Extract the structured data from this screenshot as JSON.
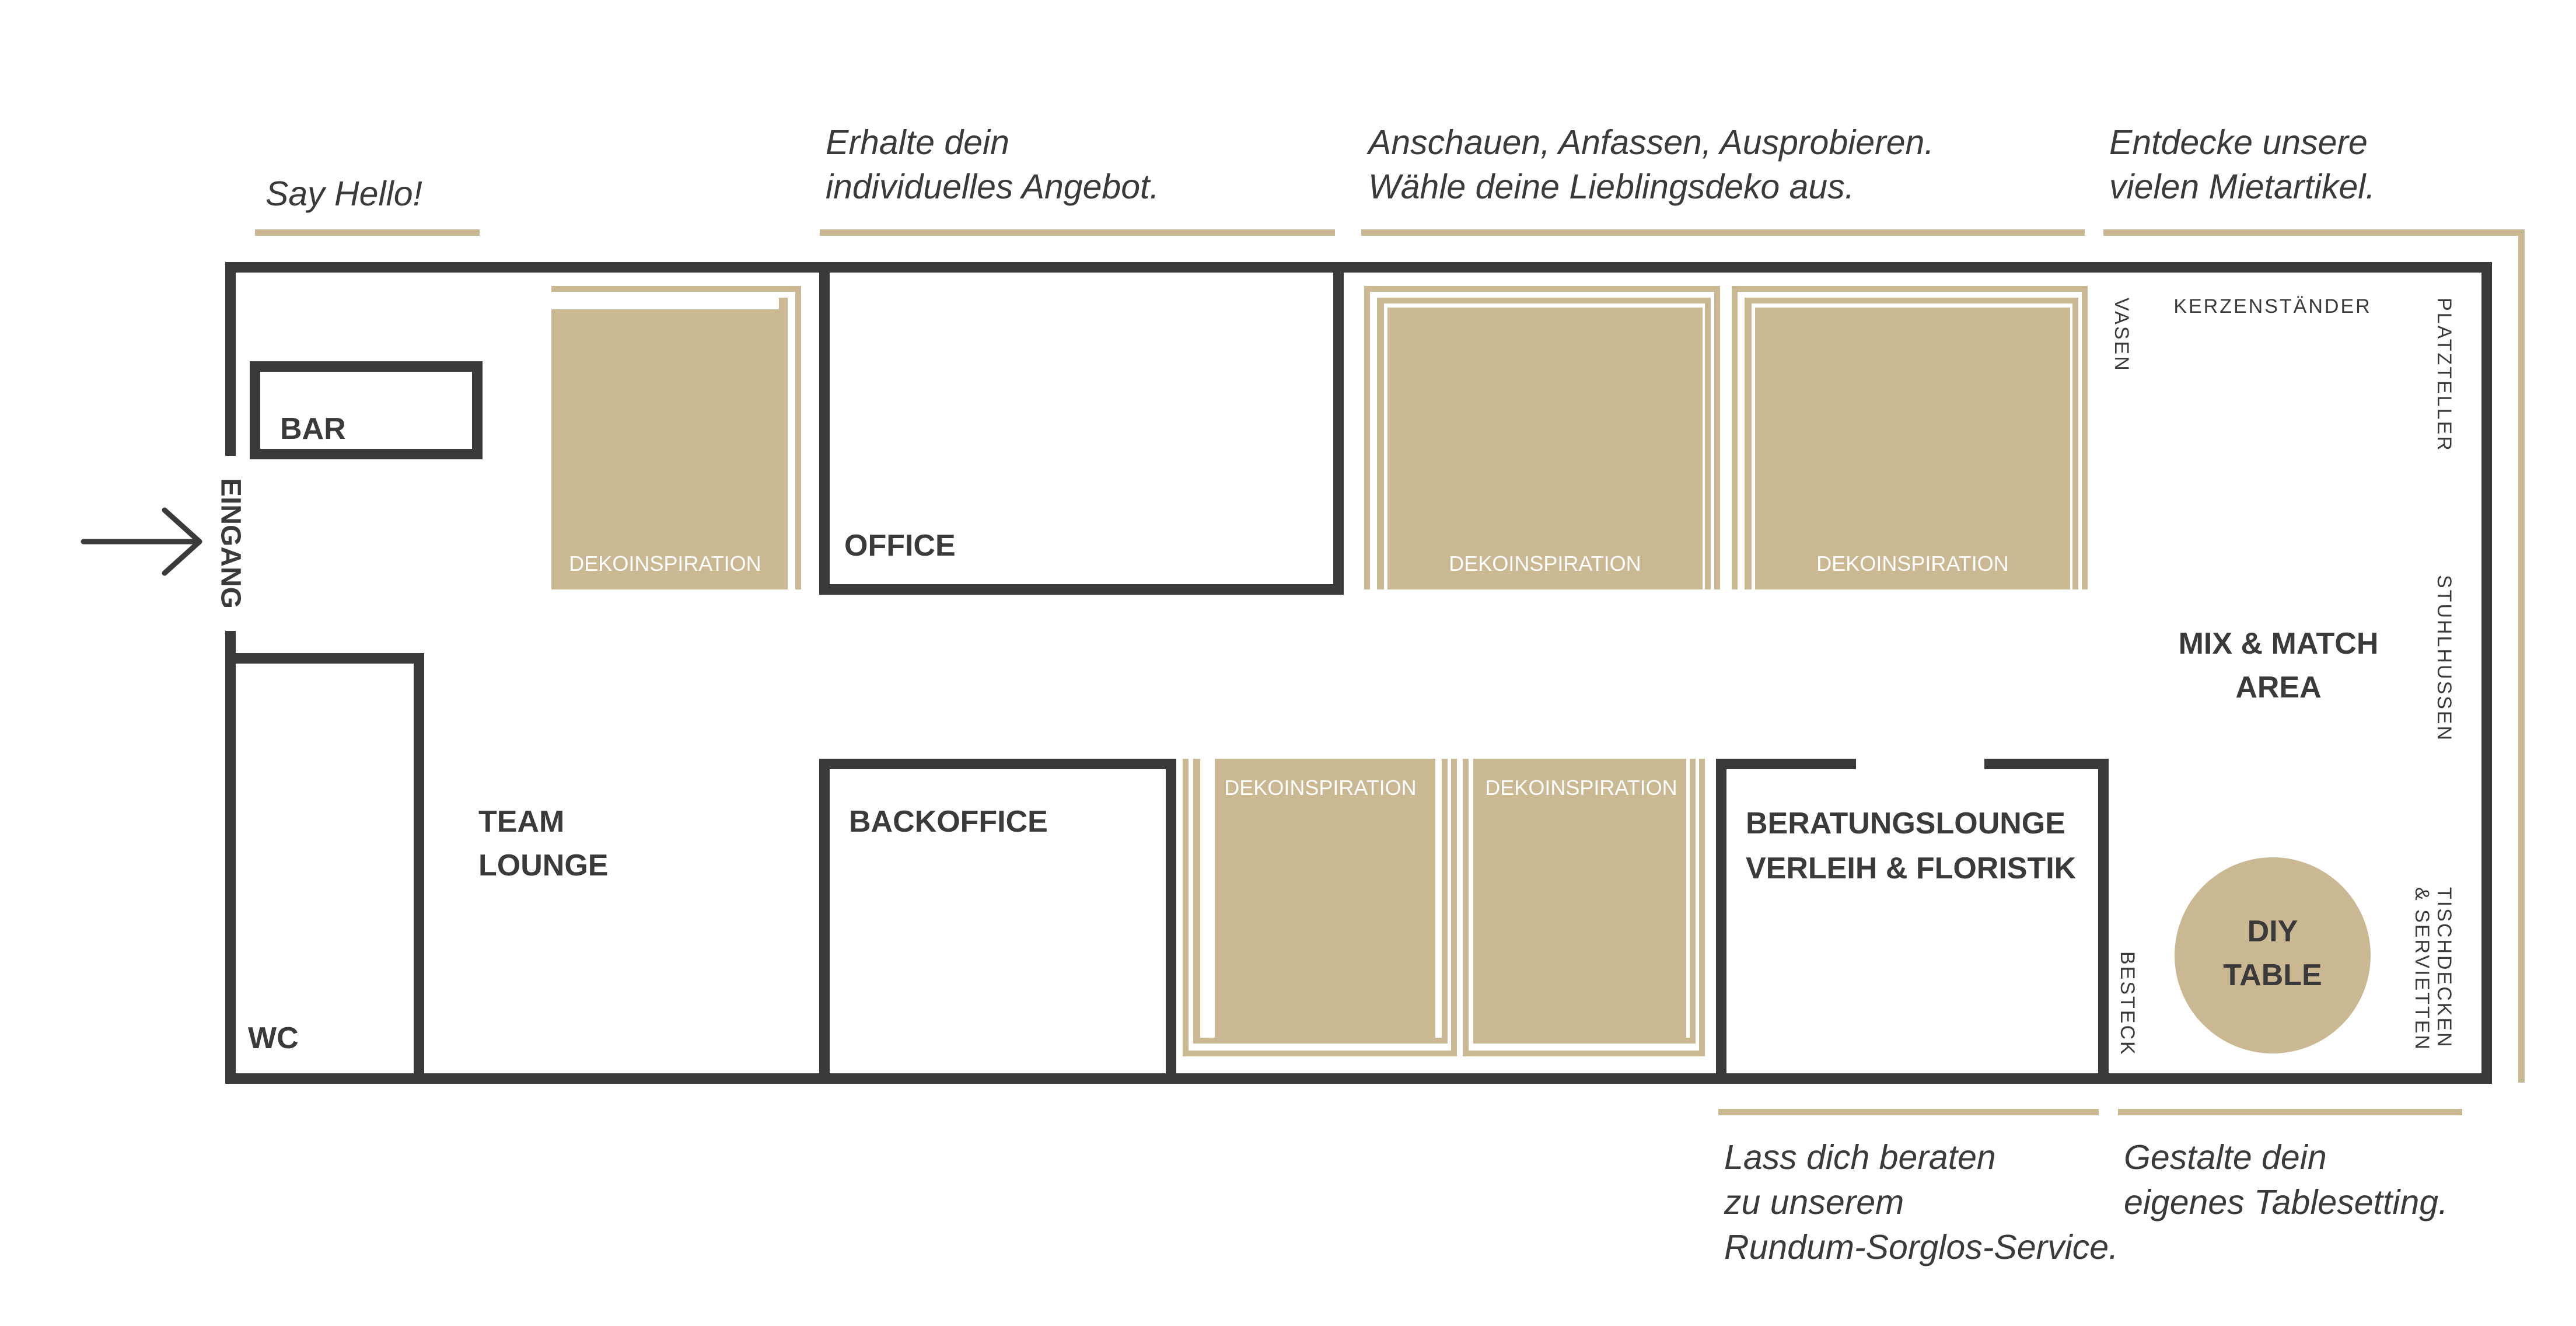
{
  "colors": {
    "wall": "#3a3a3a",
    "gold": "#c9b891",
    "background": "#ffffff",
    "deko_text": "#ffffff"
  },
  "icons": {
    "entrance": "arrow-right-icon"
  },
  "captions": {
    "say_hello": "Say Hello!",
    "office_1": "Erhalte dein",
    "office_2": "individuelles Angebot.",
    "touch_1": "Anschauen, Anfassen, Ausprobieren.",
    "touch_2": "Wähle deine Lieblingsdeko aus.",
    "rent_1": "Entdecke unsere",
    "rent_2": "vielen Mietartikel.",
    "service_1": "Lass dich beraten",
    "service_2": "zu unserem",
    "service_3": "Rundum-Sorglos-Service.",
    "table_1": "Gestalte dein",
    "table_2": "eigenes Tablesetting."
  },
  "rooms": {
    "bar": "BAR",
    "entrance": "EINGANG",
    "office": "OFFICE",
    "wc": "WC",
    "team_1": "TEAM",
    "team_2": "LOUNGE",
    "backoffice": "BACKOFFICE",
    "consult_1": "BERATUNGSLOUNGE",
    "consult_2": "VERLEIH & FLORISTIK",
    "mix_1": "MIX & MATCH",
    "mix_2": "AREA",
    "diy_1": "DIY",
    "diy_2": "TABLE"
  },
  "deko": [
    "DEKOINSPIRATION",
    "DEKOINSPIRATION",
    "DEKOINSPIRATION",
    "DEKOINSPIRATION",
    "DEKOINSPIRATION"
  ],
  "mietartikel": {
    "vasen": "VASEN",
    "kerzen": "KERZENSTÄNDER",
    "platzteller": "PLATZTELLER",
    "stuhlhussen": "STUHLHUSSEN",
    "tischdecken_1": "TISCHDECKEN",
    "tischdecken_2": "& SERVIETTEN",
    "besteck": "BESTECK"
  }
}
